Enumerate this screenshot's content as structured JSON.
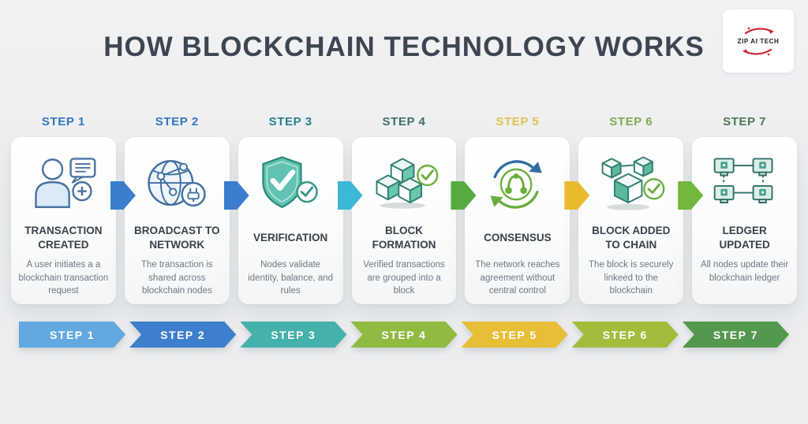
{
  "page": {
    "title": "HOW BLOCKCHAIN TECHNOLOGY WORKS"
  },
  "logo": {
    "text": "ZIP AI TECH",
    "accent_color": "#c8232c"
  },
  "steps": [
    {
      "label": "STEP 1",
      "label_color": "#3077c2",
      "title": "TRANSACTION CREATED",
      "description": "A user initiates a a blockchain transaction request",
      "icon": "person-transaction-icon",
      "arrow_color": "#3b7ecf"
    },
    {
      "label": "STEP 2",
      "label_color": "#3077c2",
      "title": "BROADCAST TO NETWORK",
      "description": "The transaction is shared across blockchain nodes",
      "icon": "globe-network-icon",
      "arrow_color": "#3b7ecf"
    },
    {
      "label": "STEP 3",
      "label_color": "#27808f",
      "title": "VERIFICATION",
      "description": "Nodes validate identity, balance, and rules",
      "icon": "shield-check-icon",
      "arrow_color": "#3cb9d6"
    },
    {
      "label": "STEP 4",
      "label_color": "#3d6f66",
      "title": "BLOCK FORMATION",
      "description": "Verified transactions are grouped into a block",
      "icon": "block-cubes-icon",
      "arrow_color": "#55ad3f"
    },
    {
      "label": "STEP 5",
      "label_color": "#e2c24c",
      "title": "CONSENSUS",
      "description": "The network reaches agreement without central control",
      "icon": "consensus-cycle-icon",
      "arrow_color": "#e9b92e"
    },
    {
      "label": "STEP 6",
      "label_color": "#7fa94e",
      "title": "BLOCK ADDED TO CHAIN",
      "description": "The block is securely linkeed to the blockchain",
      "icon": "chained-cubes-icon",
      "arrow_color": "#72b73e"
    },
    {
      "label": "STEP 7",
      "label_color": "#4b7a52",
      "title": "LEDGER UPDATED",
      "description": "All nodes update their blockchain ledger",
      "icon": "ledger-network-icon"
    }
  ],
  "bottom_bar": [
    {
      "label": "STEP 1",
      "color": "#61a9e0"
    },
    {
      "label": "STEP 2",
      "color": "#3d7ecd"
    },
    {
      "label": "STEP 3",
      "color": "#44b1aa"
    },
    {
      "label": "STEP 4",
      "color": "#90ba40"
    },
    {
      "label": "STEP 5",
      "color": "#e6bf37"
    },
    {
      "label": "STEP 6",
      "color": "#a4bc3c"
    },
    {
      "label": "STEP 7",
      "color": "#53984c"
    }
  ]
}
